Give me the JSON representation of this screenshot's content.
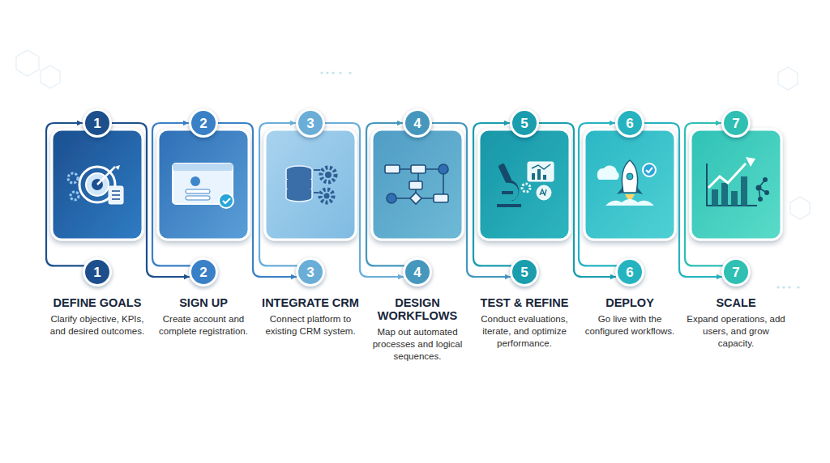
{
  "diagram": {
    "nodes": [
      {
        "text": [
          "1"
        ]
      },
      {
        "text": [
          "1"
        ]
      },
      {
        "text": [
          "2"
        ]
      },
      {
        "text": [
          "2"
        ]
      },
      {
        "text": [
          "3"
        ]
      },
      {
        "text": [
          "3"
        ]
      },
      {
        "text": [
          "4"
        ]
      },
      {
        "text": [
          "4"
        ]
      },
      {
        "text": [
          "5"
        ]
      },
      {
        "text": [
          "5"
        ]
      },
      {
        "text": [
          "6"
        ]
      },
      {
        "text": [
          "6"
        ]
      },
      {
        "text": [
          "7"
        ]
      },
      {
        "text": [
          "7"
        ]
      }
    ],
    "edges": [
      {
        "from": 1,
        "to": 0,
        "arrow": "to"
      },
      {
        "from": 0,
        "to": 3,
        "arrow": "to"
      },
      {
        "from": 3,
        "to": 2,
        "arrow": "to"
      },
      {
        "from": 2,
        "to": 5,
        "arrow": "to"
      },
      {
        "from": 5,
        "to": 4,
        "arrow": "to"
      },
      {
        "from": 4,
        "to": 7,
        "arrow": "to"
      },
      {
        "from": 7,
        "to": 6,
        "arrow": "to"
      },
      {
        "from": 6,
        "to": 9,
        "arrow": "to"
      },
      {
        "from": 9,
        "to": 8,
        "arrow": "to"
      },
      {
        "from": 8,
        "to": 11,
        "arrow": "to"
      },
      {
        "from": 11,
        "to": 10,
        "arrow": "to"
      },
      {
        "from": 10,
        "to": 13,
        "arrow": "to"
      },
      {
        "from": 13,
        "to": 12,
        "arrow": "to"
      }
    ],
    "labels": [
      "DEFINE GOALS",
      "Clarify objective, KPIs, and desired outcomes.",
      "SIGN UP",
      "Create account and complete registration.",
      "INTEGRATE CRM",
      "Connect platform to existing CRM system.",
      "DESIGN WORKFLOWS",
      "Map out automated processes and logical sequences.",
      "TEST & REFINE",
      "Conduct evaluations, iterate, and optimize performance.",
      "DEPLOY",
      "Go live with the configured workflows.",
      "SCALE",
      "Expand operations, add users, and grow capacity."
    ]
  }
}
